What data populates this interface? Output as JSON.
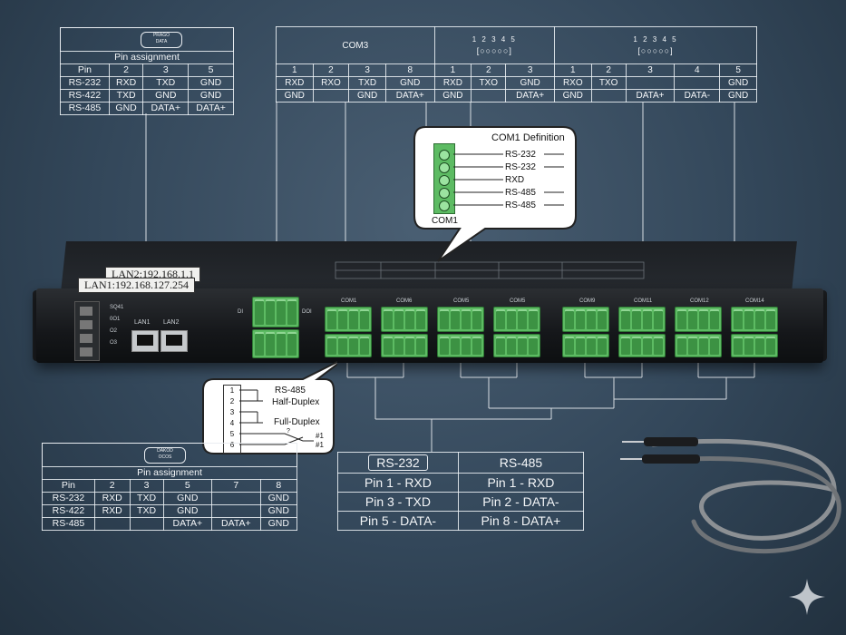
{
  "top_left_table": {
    "title": "Pin assignment",
    "connector": [
      "PRAGO",
      "DATA"
    ],
    "header": [
      "Pin",
      "2",
      "3",
      "5"
    ],
    "rows": [
      [
        "RS-232",
        "RXD",
        "TXD",
        "GND"
      ],
      [
        "RS-422",
        "TXD",
        "GND",
        "GND"
      ],
      [
        "RS-485",
        "GND",
        "DATA+",
        "DATA+"
      ]
    ]
  },
  "top_right_table": {
    "title": "COM3",
    "connector_pins_a": "1 2 3 4 5",
    "connector_pins_b": "1 2 3 4 5",
    "header": [
      "1",
      "2",
      "3",
      "8",
      "1",
      "2",
      "3",
      "1",
      "2",
      "3",
      "4",
      "5"
    ],
    "row1": [
      "RXD",
      "RXO",
      "TXD",
      "GND",
      "RXD",
      "TXO",
      "GND",
      "RXO",
      "TXO",
      "",
      "",
      "GND"
    ],
    "row2": [
      "GND",
      "",
      "GND",
      "DATA+",
      "GND",
      "",
      "DATA+",
      "GND",
      "",
      "DATA+",
      "DATA-",
      "GND"
    ]
  },
  "com1_callout": {
    "title": "COM1 Definition",
    "items": [
      "RS-232",
      "RS-232",
      "RXD",
      "RS-485",
      "RS-485"
    ],
    "caption": "COM1"
  },
  "device": {
    "tag1": "LAN2:192.168.1.1",
    "tag2": "LAN1:192.168.127.254",
    "side_labels": [
      "SQ41",
      "0O1",
      "O2",
      "O3"
    ],
    "lan_labels": [
      "LAN1",
      "LAN2"
    ],
    "di_labels": [
      "DI",
      "DOI"
    ],
    "port_labels": [
      "COM1",
      "COM6",
      "COM5",
      "COM5",
      "COM9",
      "COM11",
      "COM12",
      "COM14"
    ]
  },
  "duplex_callout": {
    "pins": [
      "1",
      "2",
      "3",
      "4",
      "5",
      "6"
    ],
    "rs485": "RS-485",
    "half": "Half-Duplex",
    "full": "Full-Duplex",
    "mark1": "#1",
    "mark2": "#1",
    "wire_note": "?"
  },
  "bottom_left_table": {
    "title": "Pin assignment",
    "connector": [
      "DAKOD",
      "OCOS"
    ],
    "header": [
      "Pin",
      "2",
      "3",
      "5",
      "7",
      "8"
    ],
    "rows": [
      [
        "RS-232",
        "RXD",
        "TXD",
        "GND",
        "",
        "GND"
      ],
      [
        "RS-422",
        "RXD",
        "TXD",
        "GND",
        "",
        "GND"
      ],
      [
        "RS-485",
        "",
        "",
        "DATA+",
        "DATA+",
        "GND"
      ]
    ]
  },
  "bottom_center_table": {
    "header": [
      "RS-232",
      "RS-485"
    ],
    "rows": [
      [
        "Pin 1 - RXD",
        "Pin 1 - RXD"
      ],
      [
        "Pin 3 - TXD",
        "Pin 2 - DATA-"
      ],
      [
        "Pin 5 - DATA-",
        "Pin 8 - DATA+"
      ]
    ]
  },
  "colors": {
    "terminal_green": "#5dbb63",
    "line": "#e9edf1",
    "background": "#33475a"
  }
}
